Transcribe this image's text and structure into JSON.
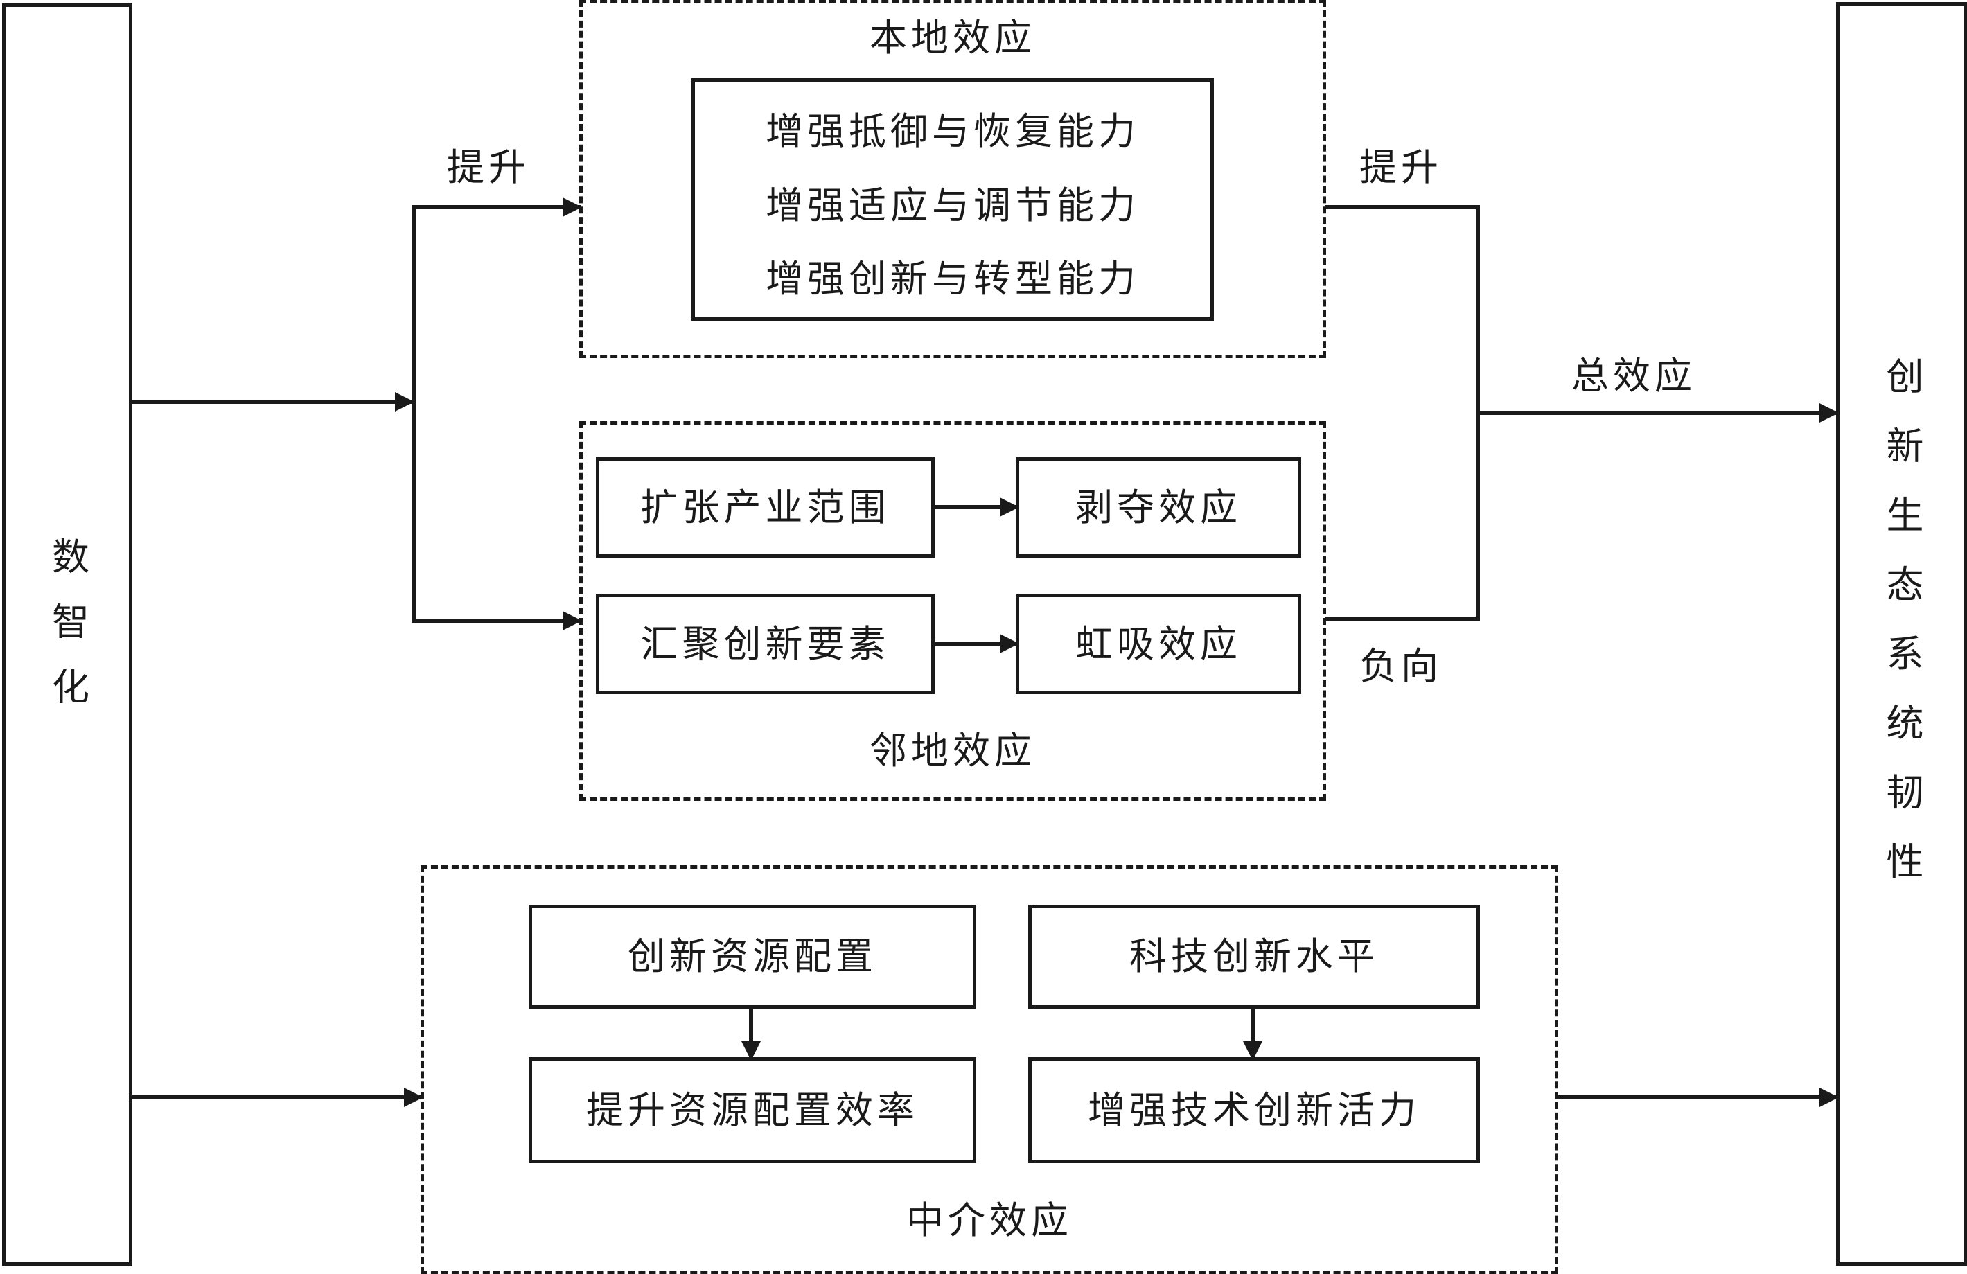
{
  "left_node": {
    "label": "数智化"
  },
  "right_node": {
    "label": "创新生态系统韧性"
  },
  "local_effect": {
    "title": "本地效应",
    "items": [
      "增强抵御与恢复能力",
      "增强适应与调节能力",
      "增强创新与转型能力"
    ]
  },
  "neighbor_effect": {
    "title": "邻地效应",
    "rows": [
      {
        "cause": "扩张产业范围",
        "effect": "剥夺效应"
      },
      {
        "cause": "汇聚创新要素",
        "effect": "虹吸效应"
      }
    ]
  },
  "mediation_effect": {
    "title": "中介效应",
    "columns": [
      {
        "top": "创新资源配置",
        "bottom": "提升资源配置效率"
      },
      {
        "top": "科技创新水平",
        "bottom": "增强技术创新活力"
      }
    ]
  },
  "edge_labels": {
    "left_upper": "提升",
    "right_upper": "提升",
    "right_lower": "负向",
    "total": "总效应"
  },
  "colors": {
    "stroke": "#1a1a1a",
    "background": "#ffffff"
  }
}
